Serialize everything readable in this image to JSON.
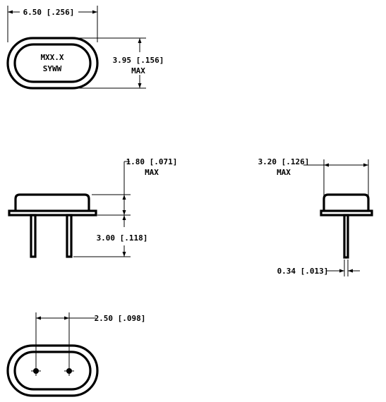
{
  "top_view": {
    "marking_line1": "MXX.X",
    "marking_line2": "SYWW",
    "width_dim": "6.50 [.256]",
    "height_dim": "3.95 [.156]",
    "height_max": "MAX"
  },
  "side_view": {
    "body_height_dim": "1.80 [.071]",
    "body_height_max": "MAX",
    "lead_length_dim": "3.00 [.118]"
  },
  "end_view": {
    "width_dim": "3.20 [.126]",
    "width_max": "MAX",
    "lead_dia_dim": "0.34 [.013]"
  },
  "bottom_view": {
    "pitch_dim": "2.50 [.098]"
  }
}
